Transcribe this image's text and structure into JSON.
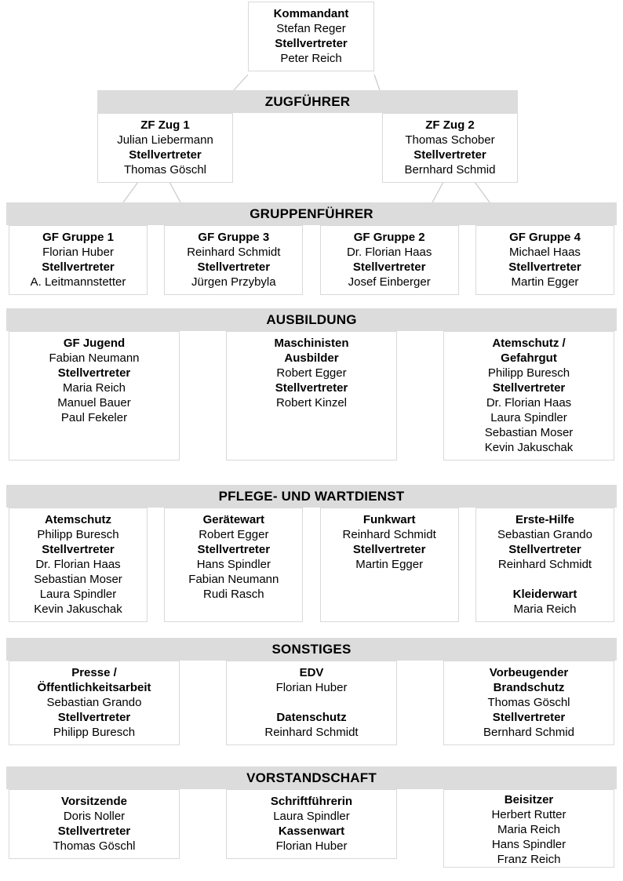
{
  "colors": {
    "background": "#ffffff",
    "section_bar": "#dcdcdc",
    "box_border": "#d9d9d9",
    "connector": "#cccccc",
    "text": "#000000"
  },
  "root_box": {
    "lines": [
      {
        "text": "Kommandant",
        "bold": true
      },
      {
        "text": "Stefan Reger",
        "bold": false
      },
      {
        "text": "Stellvertreter",
        "bold": true
      },
      {
        "text": "Peter Reich",
        "bold": false
      }
    ]
  },
  "sections": [
    {
      "id": "zugfuehrer",
      "title": "ZUGFÜHRER",
      "boxes": [
        {
          "lines": [
            {
              "text": "ZF Zug 1",
              "bold": true
            },
            {
              "text": "Julian Liebermann",
              "bold": false
            },
            {
              "text": "Stellvertreter",
              "bold": true
            },
            {
              "text": "Thomas Göschl",
              "bold": false
            }
          ]
        },
        {
          "lines": [
            {
              "text": "ZF Zug 2",
              "bold": true
            },
            {
              "text": "Thomas Schober",
              "bold": false
            },
            {
              "text": "Stellvertreter",
              "bold": true
            },
            {
              "text": "Bernhard Schmid",
              "bold": false
            }
          ]
        }
      ]
    },
    {
      "id": "gruppenfuehrer",
      "title": "GRUPPENFÜHRER",
      "boxes": [
        {
          "lines": [
            {
              "text": "GF Gruppe 1",
              "bold": true
            },
            {
              "text": "Florian Huber",
              "bold": false
            },
            {
              "text": "Stellvertreter",
              "bold": true
            },
            {
              "text": "A. Leitmannstetter",
              "bold": false
            }
          ]
        },
        {
          "lines": [
            {
              "text": "GF Gruppe 3",
              "bold": true
            },
            {
              "text": "Reinhard Schmidt",
              "bold": false
            },
            {
              "text": "Stellvertreter",
              "bold": true
            },
            {
              "text": "Jürgen Przybyla",
              "bold": false
            }
          ]
        },
        {
          "lines": [
            {
              "text": "GF Gruppe 2",
              "bold": true
            },
            {
              "text": "Dr. Florian Haas",
              "bold": false
            },
            {
              "text": "Stellvertreter",
              "bold": true
            },
            {
              "text": "Josef Einberger",
              "bold": false
            }
          ]
        },
        {
          "lines": [
            {
              "text": "GF Gruppe 4",
              "bold": true
            },
            {
              "text": "Michael Haas",
              "bold": false
            },
            {
              "text": "Stellvertreter",
              "bold": true
            },
            {
              "text": "Martin Egger",
              "bold": false
            }
          ]
        }
      ]
    },
    {
      "id": "ausbildung",
      "title": "AUSBILDUNG",
      "boxes": [
        {
          "lines": [
            {
              "text": "GF Jugend",
              "bold": true
            },
            {
              "text": "Fabian Neumann",
              "bold": false
            },
            {
              "text": "Stellvertreter",
              "bold": true
            },
            {
              "text": "Maria Reich",
              "bold": false
            },
            {
              "text": "Manuel Bauer",
              "bold": false
            },
            {
              "text": "Paul Fekeler",
              "bold": false
            }
          ]
        },
        {
          "lines": [
            {
              "text": "Maschinisten",
              "bold": true
            },
            {
              "text": "Ausbilder",
              "bold": true
            },
            {
              "text": "Robert Egger",
              "bold": false
            },
            {
              "text": "Stellvertreter",
              "bold": true
            },
            {
              "text": "Robert Kinzel",
              "bold": false
            }
          ]
        },
        {
          "lines": [
            {
              "text": "Atemschutz /",
              "bold": true
            },
            {
              "text": "Gefahrgut",
              "bold": true
            },
            {
              "text": "Philipp Buresch",
              "bold": false
            },
            {
              "text": "Stellvertreter",
              "bold": true
            },
            {
              "text": "Dr. Florian Haas",
              "bold": false
            },
            {
              "text": "Laura Spindler",
              "bold": false
            },
            {
              "text": "Sebastian Moser",
              "bold": false
            },
            {
              "text": "Kevin Jakuschak",
              "bold": false
            }
          ]
        }
      ]
    },
    {
      "id": "pflege",
      "title": "PFLEGE- UND WARTDIENST",
      "boxes": [
        {
          "lines": [
            {
              "text": "Atemschutz",
              "bold": true
            },
            {
              "text": "Philipp Buresch",
              "bold": false
            },
            {
              "text": "Stellvertreter",
              "bold": true
            },
            {
              "text": "Dr. Florian Haas",
              "bold": false
            },
            {
              "text": "Sebastian Moser",
              "bold": false
            },
            {
              "text": "Laura Spindler",
              "bold": false
            },
            {
              "text": "Kevin Jakuschak",
              "bold": false
            }
          ]
        },
        {
          "lines": [
            {
              "text": "Gerätewart",
              "bold": true
            },
            {
              "text": "Robert Egger",
              "bold": false
            },
            {
              "text": "Stellvertreter",
              "bold": true
            },
            {
              "text": "Hans Spindler",
              "bold": false
            },
            {
              "text": "Fabian Neumann",
              "bold": false
            },
            {
              "text": "Rudi Rasch",
              "bold": false
            }
          ]
        },
        {
          "lines": [
            {
              "text": "Funkwart",
              "bold": true
            },
            {
              "text": "Reinhard Schmidt",
              "bold": false
            },
            {
              "text": "Stellvertreter",
              "bold": true
            },
            {
              "text": "Martin Egger",
              "bold": false
            }
          ]
        },
        {
          "lines": [
            {
              "text": "Erste-Hilfe",
              "bold": true
            },
            {
              "text": "Sebastian Grando",
              "bold": false
            },
            {
              "text": "Stellvertreter",
              "bold": true
            },
            {
              "text": "Reinhard Schmidt",
              "bold": false
            },
            {
              "text": "",
              "bold": false
            },
            {
              "text": "Kleiderwart",
              "bold": true
            },
            {
              "text": "Maria Reich",
              "bold": false
            }
          ]
        }
      ]
    },
    {
      "id": "sonstiges",
      "title": "SONSTIGES",
      "boxes": [
        {
          "lines": [
            {
              "text": "Presse /",
              "bold": true
            },
            {
              "text": "Öffentlichkeitsarbeit",
              "bold": true
            },
            {
              "text": "Sebastian Grando",
              "bold": false
            },
            {
              "text": "Stellvertreter",
              "bold": true
            },
            {
              "text": "Philipp Buresch",
              "bold": false
            }
          ]
        },
        {
          "lines": [
            {
              "text": "EDV",
              "bold": true
            },
            {
              "text": "Florian Huber",
              "bold": false
            },
            {
              "text": "",
              "bold": false
            },
            {
              "text": "Datenschutz",
              "bold": true
            },
            {
              "text": "Reinhard Schmidt",
              "bold": false
            }
          ]
        },
        {
          "lines": [
            {
              "text": "Vorbeugender",
              "bold": true
            },
            {
              "text": "Brandschutz",
              "bold": true
            },
            {
              "text": "Thomas Göschl",
              "bold": false
            },
            {
              "text": "Stellvertreter",
              "bold": true
            },
            {
              "text": "Bernhard Schmid",
              "bold": false
            }
          ]
        }
      ]
    },
    {
      "id": "vorstandschaft",
      "title": "VORSTANDSCHAFT",
      "boxes": [
        {
          "lines": [
            {
              "text": "Vorsitzende",
              "bold": true
            },
            {
              "text": "Doris Noller",
              "bold": false
            },
            {
              "text": "Stellvertreter",
              "bold": true
            },
            {
              "text": "Thomas Göschl",
              "bold": false
            }
          ]
        },
        {
          "lines": [
            {
              "text": "Schriftführerin",
              "bold": true
            },
            {
              "text": "Laura Spindler",
              "bold": false
            },
            {
              "text": "Kassenwart",
              "bold": true
            },
            {
              "text": "Florian Huber",
              "bold": false
            }
          ]
        },
        {
          "lines": [
            {
              "text": "Beisitzer",
              "bold": true
            },
            {
              "text": "Herbert Rutter",
              "bold": false
            },
            {
              "text": "Maria Reich",
              "bold": false
            },
            {
              "text": "Hans Spindler",
              "bold": false
            },
            {
              "text": "Franz Reich",
              "bold": false
            }
          ]
        }
      ]
    }
  ]
}
